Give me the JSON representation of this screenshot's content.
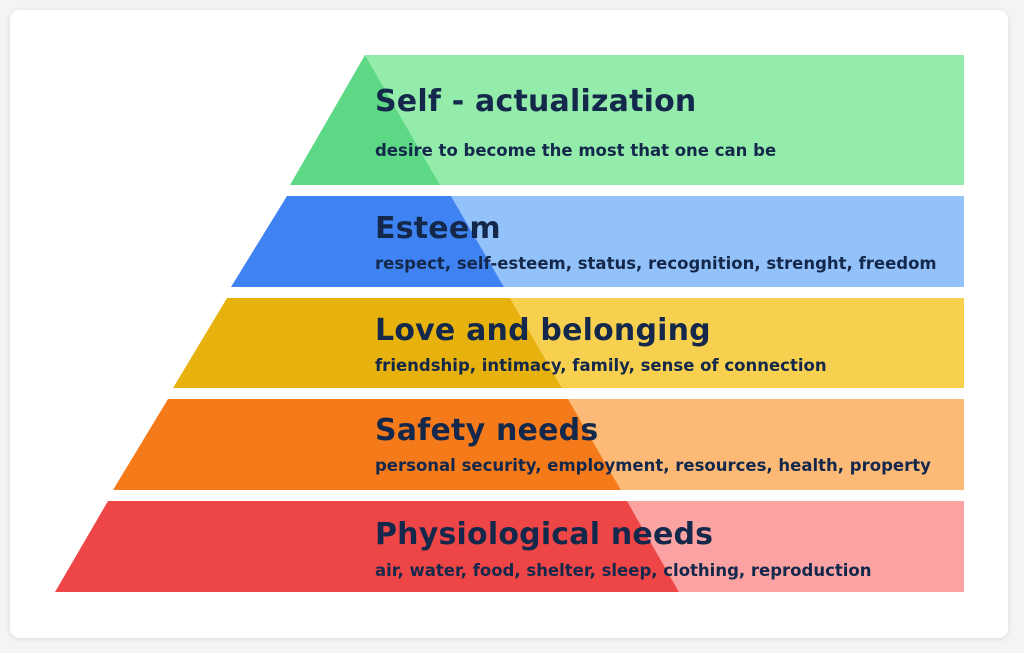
{
  "levels": [
    {
      "key": "self-actualization",
      "title": "Self - actualization",
      "description": "desire to become the most that one can be",
      "dark_color": "#5dd885",
      "light_color": "#94ecab"
    },
    {
      "key": "esteem",
      "title": "Esteem",
      "description": "respect, self-esteem, status, recognition, strenght, freedom",
      "dark_color": "#3f83f3",
      "light_color": "#93c2fb"
    },
    {
      "key": "love-and-belonging",
      "title": "Love and belonging",
      "description": "friendship, intimacy, family, sense of connection",
      "dark_color": "#e7b20e",
      "light_color": "#f8d04f"
    },
    {
      "key": "safety-needs",
      "title": "Safety needs",
      "description": "personal security, employment, resources, health, property",
      "dark_color": "#f57a1a",
      "light_color": "#fcba76"
    },
    {
      "key": "physiological-needs",
      "title": "Physiological needs",
      "description": "air, water, food, shelter, sleep, clothing, reproduction",
      "dark_color": "#ee4646",
      "light_color": "#fba3a3"
    }
  ]
}
